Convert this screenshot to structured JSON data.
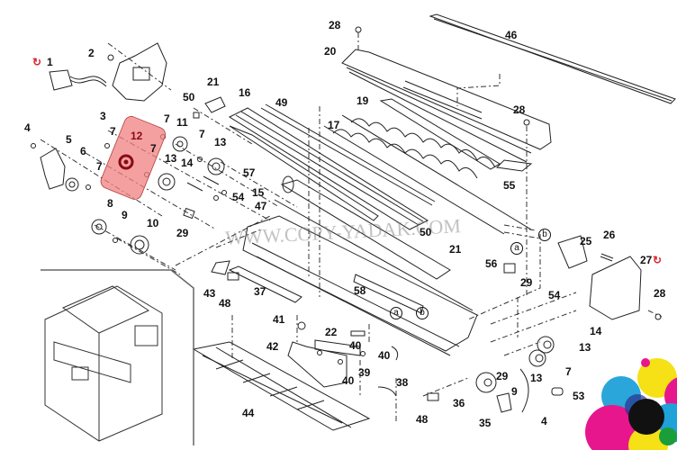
{
  "diagram": {
    "title": "Exploded parts diagram - printer fuser / paper feed assembly",
    "watermark": "WWW.COPY-YADAK.COM",
    "highlighted_part": "12",
    "highlight_color": "#f08080",
    "rotate_icon_color": "#d8262d",
    "callouts": [
      {
        "id": "c1",
        "text": "1",
        "rotate_icon": true
      },
      {
        "id": "c2",
        "text": "2"
      },
      {
        "id": "c3",
        "text": "3"
      },
      {
        "id": "c4a",
        "text": "4"
      },
      {
        "id": "c5",
        "text": "5"
      },
      {
        "id": "c6",
        "text": "6"
      },
      {
        "id": "c7a",
        "text": "7"
      },
      {
        "id": "c7b",
        "text": "7"
      },
      {
        "id": "c7c",
        "text": "7"
      },
      {
        "id": "c7d",
        "text": "7"
      },
      {
        "id": "c7e",
        "text": "7"
      },
      {
        "id": "c7f",
        "text": "7"
      },
      {
        "id": "c8",
        "text": "8"
      },
      {
        "id": "c9a",
        "text": "9"
      },
      {
        "id": "c10",
        "text": "10"
      },
      {
        "id": "c11",
        "text": "11"
      },
      {
        "id": "c12",
        "text": "12",
        "highlighted": true
      },
      {
        "id": "c13a",
        "text": "13"
      },
      {
        "id": "c13b",
        "text": "13"
      },
      {
        "id": "c13c",
        "text": "13"
      },
      {
        "id": "c13d",
        "text": "13"
      },
      {
        "id": "c14a",
        "text": "14"
      },
      {
        "id": "c14b",
        "text": "14"
      },
      {
        "id": "c15",
        "text": "15"
      },
      {
        "id": "c16",
        "text": "16"
      },
      {
        "id": "c17",
        "text": "17"
      },
      {
        "id": "c19",
        "text": "19"
      },
      {
        "id": "c20",
        "text": "20"
      },
      {
        "id": "c21a",
        "text": "21"
      },
      {
        "id": "c21b",
        "text": "21"
      },
      {
        "id": "c22",
        "text": "22"
      },
      {
        "id": "c25",
        "text": "25"
      },
      {
        "id": "c26",
        "text": "26"
      },
      {
        "id": "c27",
        "text": "27",
        "rotate_icon": true
      },
      {
        "id": "c28a",
        "text": "28"
      },
      {
        "id": "c28b",
        "text": "28"
      },
      {
        "id": "c28c",
        "text": "28"
      },
      {
        "id": "c29a",
        "text": "29"
      },
      {
        "id": "c29b",
        "text": "29"
      },
      {
        "id": "c29c",
        "text": "29"
      },
      {
        "id": "c35",
        "text": "35"
      },
      {
        "id": "c36",
        "text": "36"
      },
      {
        "id": "c37",
        "text": "37"
      },
      {
        "id": "c38",
        "text": "38"
      },
      {
        "id": "c39",
        "text": "39"
      },
      {
        "id": "c40a",
        "text": "40"
      },
      {
        "id": "c40b",
        "text": "40"
      },
      {
        "id": "c40c",
        "text": "40"
      },
      {
        "id": "c41",
        "text": "41"
      },
      {
        "id": "c42",
        "text": "42"
      },
      {
        "id": "c43",
        "text": "43"
      },
      {
        "id": "c44",
        "text": "44"
      },
      {
        "id": "c46",
        "text": "46"
      },
      {
        "id": "c47",
        "text": "47"
      },
      {
        "id": "c48a",
        "text": "48"
      },
      {
        "id": "c48b",
        "text": "48"
      },
      {
        "id": "c49",
        "text": "49"
      },
      {
        "id": "c50a",
        "text": "50"
      },
      {
        "id": "c50b",
        "text": "50"
      },
      {
        "id": "c53",
        "text": "53"
      },
      {
        "id": "c54a",
        "text": "54"
      },
      {
        "id": "c54b",
        "text": "54"
      },
      {
        "id": "c55",
        "text": "55"
      },
      {
        "id": "c56",
        "text": "56"
      },
      {
        "id": "c57",
        "text": "57"
      },
      {
        "id": "c58",
        "text": "58"
      },
      {
        "id": "c4b",
        "text": "4"
      },
      {
        "id": "c9b",
        "text": "9"
      }
    ],
    "connectors": [
      {
        "id": "a1",
        "text": "a"
      },
      {
        "id": "b1",
        "text": "b"
      },
      {
        "id": "a2",
        "text": "a"
      },
      {
        "id": "b2",
        "text": "b"
      }
    ],
    "logo_colors": [
      "#e8168c",
      "#f6e016",
      "#1fa1d9",
      "#111111",
      "#1a9e3a",
      "#2a2f8e",
      "#d21f2a"
    ]
  }
}
